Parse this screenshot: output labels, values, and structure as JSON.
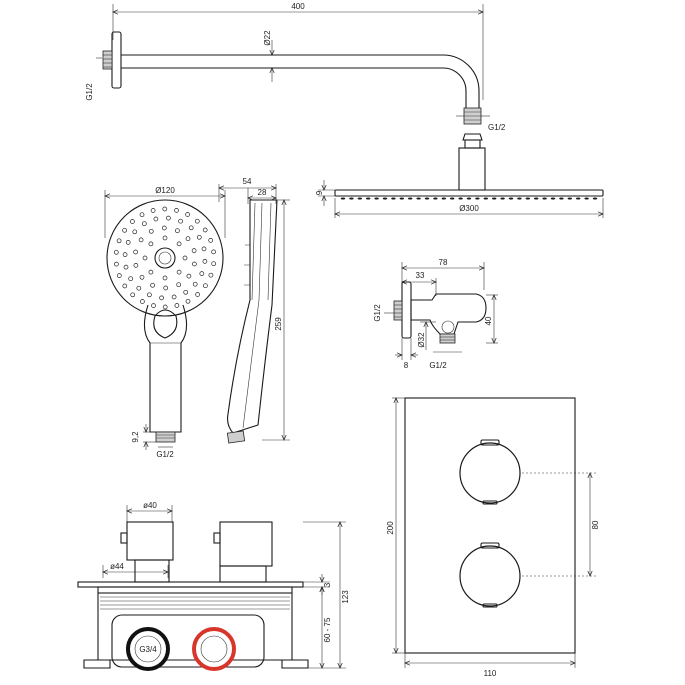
{
  "shower_arm": {
    "length": "400",
    "diameter": "Ø22",
    "thread_wall": "G1/2",
    "thread_head": "G1/2"
  },
  "overhead_shower": {
    "height": "9",
    "diameter": "Ø300"
  },
  "hand_shower": {
    "head_diameter": "Ø120",
    "depth": "54",
    "handle_depth": "28",
    "length": "259",
    "thread_length": "9,2",
    "thread": "G1/2"
  },
  "wall_outlet": {
    "width": "78",
    "offset": "33",
    "height": "40",
    "thread_wall": "G1/2",
    "diameter": "Ø32",
    "flange": "8",
    "thread_bottom": "G1/2"
  },
  "rough_in_box": {
    "spindle_diameter": "ø40",
    "cover_diameter": "ø44",
    "cover_height": "3",
    "total_depth": "123",
    "install_depth": "60 - 75",
    "inlet_thread": "G3/4",
    "ring_colors": {
      "cold": "#111111",
      "hot": "#d9362b"
    }
  },
  "cover_plate": {
    "height": "200",
    "width": "110",
    "knob_spacing": "80"
  }
}
